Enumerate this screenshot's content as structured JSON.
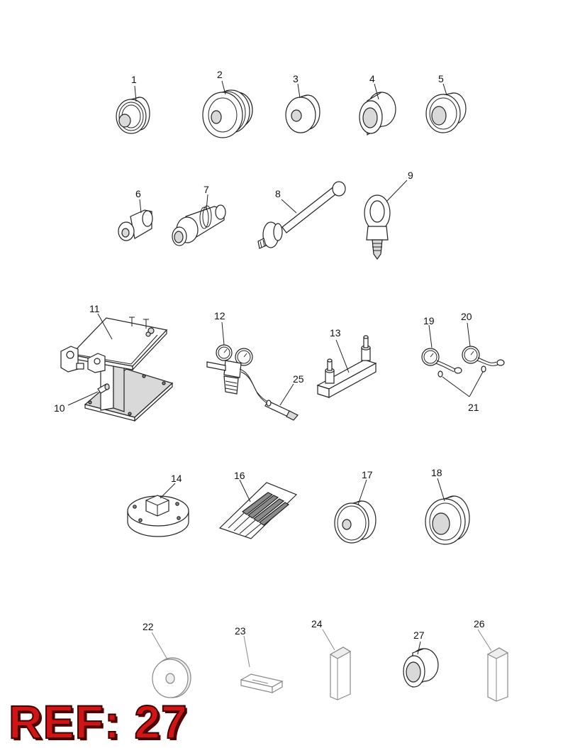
{
  "labels": {
    "p1": "1",
    "p2": "2",
    "p3": "3",
    "p4": "4",
    "p5": "5",
    "p6": "6",
    "p7": "7",
    "p8": "8",
    "p9": "9",
    "p10": "10",
    "p11": "11",
    "p12": "12",
    "p13": "13",
    "p14": "14",
    "p16": "16",
    "p17": "17",
    "p18": "18",
    "p19": "19",
    "p20": "20",
    "p21": "21",
    "p22": "22",
    "p23": "23",
    "p24": "24",
    "p25": "25",
    "p26": "26",
    "p27": "27"
  },
  "ref": {
    "text": "REF: 27"
  },
  "colors": {
    "ref_red": "#d21414",
    "line": "#222222"
  }
}
